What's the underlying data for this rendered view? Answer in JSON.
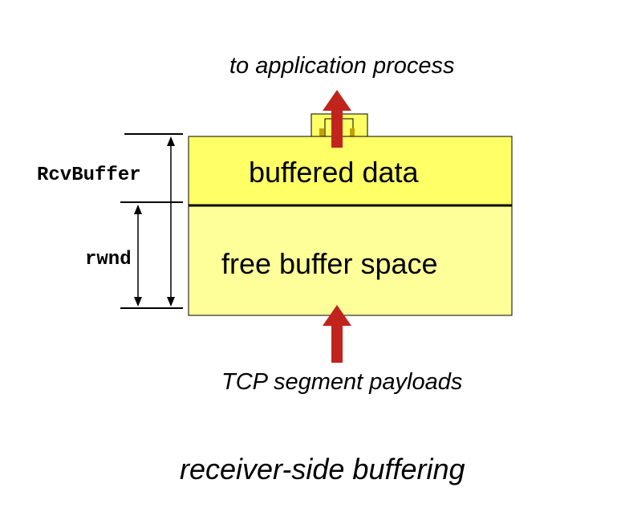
{
  "labels": {
    "top_arrow_label": "to application process",
    "buffered_data": "buffered data",
    "free_space": "free buffer space",
    "bottom_arrow_label": "TCP segment payloads",
    "rcvbuffer": "RcvBuffer",
    "rwnd": "rwnd",
    "caption": "receiver-side buffering"
  },
  "colors": {
    "buffered_fill": "#ffff66",
    "free_fill": "#ffff99",
    "arrow_red": "#c0241c",
    "stroke": "#000000"
  }
}
